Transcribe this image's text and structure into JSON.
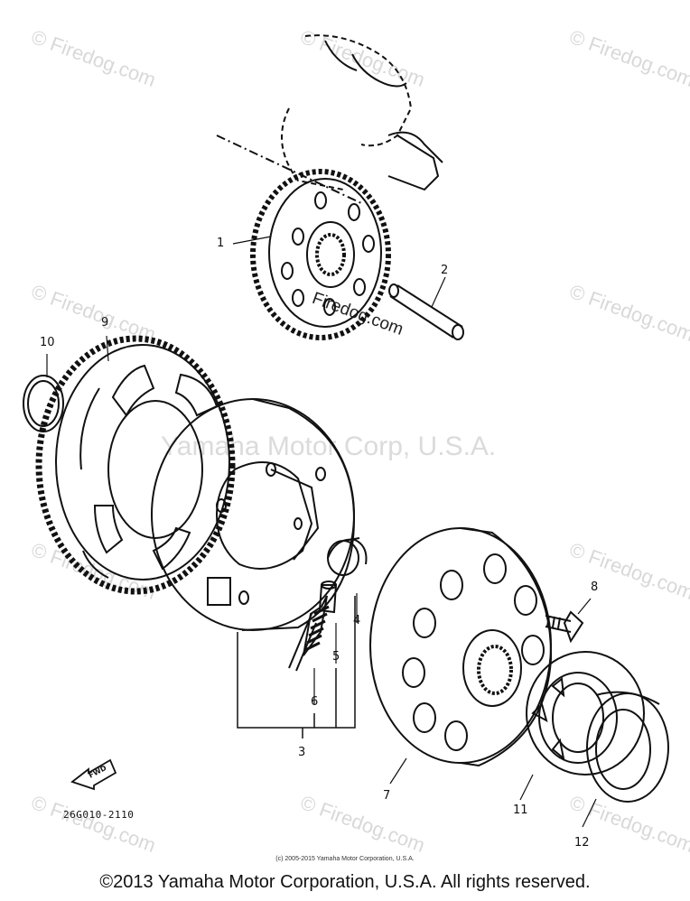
{
  "watermarks": {
    "small": "© Firedog.com",
    "center": "Firedog.com",
    "big": "Yamaha Motor Corp, U.S.A."
  },
  "callouts": [
    {
      "id": "1",
      "label": "1"
    },
    {
      "id": "2",
      "label": "2"
    },
    {
      "id": "3",
      "label": "3"
    },
    {
      "id": "4",
      "label": "4"
    },
    {
      "id": "5",
      "label": "5"
    },
    {
      "id": "6",
      "label": "6"
    },
    {
      "id": "7",
      "label": "7"
    },
    {
      "id": "8",
      "label": "8"
    },
    {
      "id": "9",
      "label": "9"
    },
    {
      "id": "10",
      "label": "10"
    },
    {
      "id": "11",
      "label": "11"
    },
    {
      "id": "12",
      "label": "12"
    }
  ],
  "forward_arrow_label": "FWD",
  "diagram_code": "26G010-2110",
  "small_copyright": "(c) 2005-2015 Yamaha Motor Corporation, U.S.A.",
  "copyright": "©2013 Yamaha Motor Corporation, U.S.A. All rights reserved."
}
